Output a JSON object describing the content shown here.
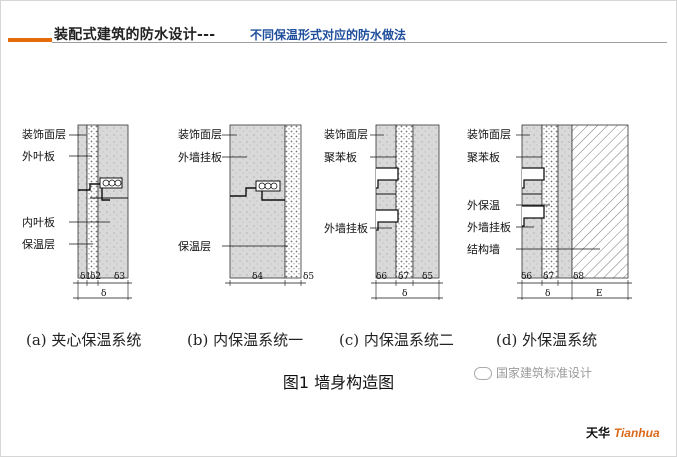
{
  "header": {
    "title": "装配式建筑的防水设计---",
    "subtitle": "不同保温形式对应的防水做法",
    "accent_color": "#e46c0a",
    "subtitle_color": "#1f4e9c"
  },
  "panels": [
    {
      "caption": "(a) 夹心保温系统",
      "labels": [
        "装饰面层",
        "外叶板",
        "内叶板",
        "保温层"
      ],
      "dimensions": [
        "δ1",
        "δ2",
        "δ3",
        "δ"
      ]
    },
    {
      "caption": "(b) 内保温系统一",
      "labels": [
        "装饰面层",
        "外墙挂板",
        "保温层"
      ],
      "dimensions": [
        "δ4",
        "δ5"
      ]
    },
    {
      "caption": "(c) 内保温系统二",
      "labels": [
        "装饰面层",
        "聚苯板",
        "外墙挂板"
      ],
      "dimensions": [
        "δ6",
        "δ7",
        "δ5",
        "δ"
      ]
    },
    {
      "caption": "(d) 外保温系统",
      "labels": [
        "装饰面层",
        "聚苯板",
        "外保温",
        "外墙挂板",
        "结构墙"
      ],
      "dimensions": [
        "δ6",
        "δ7",
        "δ8",
        "δ",
        "E"
      ]
    }
  ],
  "figure_caption": "图1  墙身构造图",
  "watermark": "国家建筑标准设计",
  "watermark_icon": "wechat-icon",
  "logo": {
    "cn": "天华",
    "en": "Tianhua",
    "en_color": "#d9691a"
  }
}
